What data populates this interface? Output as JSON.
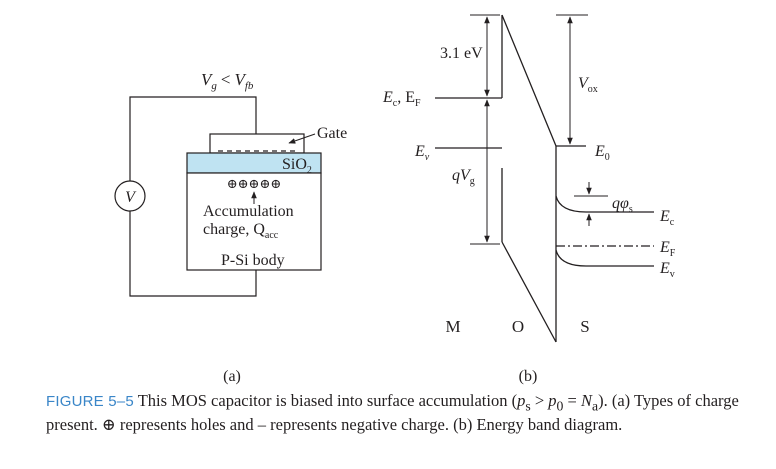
{
  "panel_a": {
    "gate_voltage": "V",
    "gate_voltage_sub": "g",
    "lt": "<",
    "flatband_voltage": "V",
    "flatband_voltage_sub": "fb",
    "gate_label": "Gate",
    "oxide_label": "SiO",
    "oxide_sub": "2",
    "voltmeter_label": "V",
    "holes_symbols": "⊕⊕⊕⊕⊕",
    "accumulation_line1": "Accumulation",
    "accumulation_line2": "charge, Q",
    "accumulation_sub": "acc",
    "body_label": "P-Si body",
    "sublabel": "(a)"
  },
  "panel_b": {
    "oxide_bandgap": "3.1 eV",
    "ec_ef_label": "E",
    "ec_ef_sub1": "c",
    "ec_ef_sep": ", E",
    "ec_ef_sub2": "F",
    "ev_label": "E",
    "ev_sub": "v",
    "qvg_label": "qV",
    "qvg_sub": "g",
    "vox_label": "V",
    "vox_sub": "ox",
    "e0_label": "E",
    "e0_sub": "0",
    "qphis_label": "qφ",
    "qphis_sub": "s",
    "ec_right": "E",
    "ec_right_sub": "c",
    "ef_right": "E",
    "ef_right_sub": "F",
    "ev_right": "E",
    "ev_right_sub": "v",
    "region_m": "M",
    "region_o": "O",
    "region_s": "S",
    "sublabel": "(b)"
  },
  "caption": {
    "label": "FIGURE 5–5",
    "text1": " This MOS capacitor is biased into surface accumulation (",
    "ps": "p",
    "ps_sub": "s",
    "gt": " > ",
    "p0": "p",
    "p0_sub": "0",
    "eq": " = ",
    "na": "N",
    "na_sub": "a",
    "text2": "). (a) Types of charge present. ⊕ represents holes and – represents negative charge. (b) Energy band diagram."
  }
}
